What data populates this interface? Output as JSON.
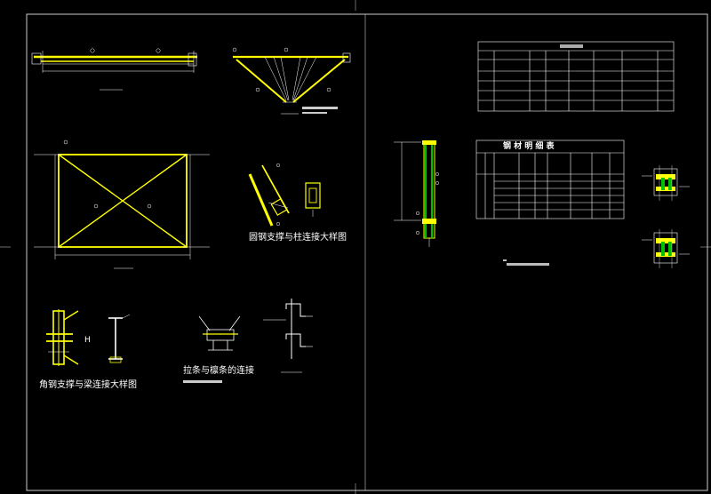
{
  "colors": {
    "background": "#000000",
    "line": "#ffffff",
    "member": "#ffff00",
    "column_fill": "#00c000",
    "frame": "#cccccc"
  },
  "labels": {
    "round_brace_detail": "圆钢支撑与柱连接大样图",
    "material_table_title": "钢 材 明 细 表",
    "angle_brace_detail": "角钢支撑与梁连接大样图",
    "tie_purlin_detail": "拉条与檩条的连接"
  }
}
